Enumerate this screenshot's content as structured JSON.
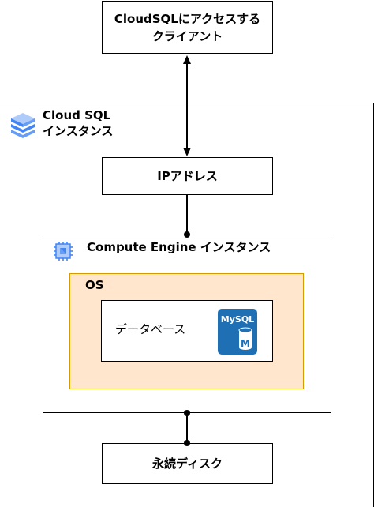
{
  "client": {
    "line1": "CloudSQLにアクセスする",
    "line2": "クライアント"
  },
  "cloud_sql": {
    "line1": "Cloud SQL",
    "line2": "インスタンス",
    "icon": "cloud-sql-icon"
  },
  "ip_address": {
    "label": "IPアドレス"
  },
  "compute_engine": {
    "label": "Compute Engine インスタンス",
    "icon": "compute-engine-icon"
  },
  "os": {
    "label": "OS",
    "fill": "#ffe6cc",
    "stroke": "#d79b00"
  },
  "database": {
    "label": "データベース",
    "icon_text": "MySQL",
    "icon_letter": "M",
    "icon_color": "#1f6fb5"
  },
  "disk": {
    "label": "永続ディスク"
  }
}
